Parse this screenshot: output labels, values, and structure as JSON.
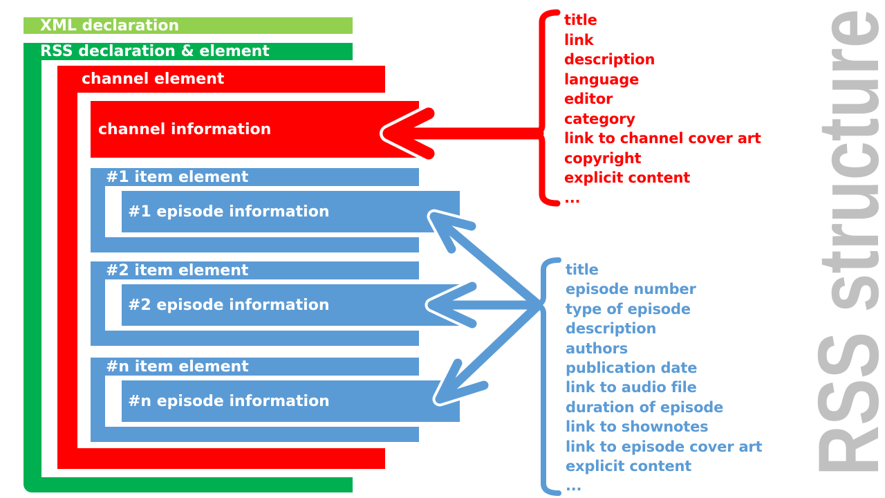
{
  "watermark": "RSS structure",
  "colors": {
    "xml_bar": "#92d050",
    "rss_frame": "#00b050",
    "channel_frame": "#ff0000",
    "item_frame": "#5b9bd5",
    "watermark_gray": "#c0c0c0",
    "label_text": "#ffffff"
  },
  "diagram": {
    "xml_bar_label": "XML declaration",
    "rss_frame_label": "RSS declaration & element",
    "channel_frame_label": "channel element",
    "channel_info_label": "channel information",
    "items": [
      {
        "element_label": "#1 item element",
        "info_label": "#1 episode information"
      },
      {
        "element_label": "#2 item element",
        "info_label": "#2 episode information"
      },
      {
        "element_label": "#n item element",
        "info_label": "#n episode information"
      }
    ]
  },
  "channel_fields": [
    "title",
    "link",
    "description",
    "language",
    "editor",
    "category",
    "link to channel cover art",
    "copyright",
    "explicit content",
    "..."
  ],
  "episode_fields": [
    "title",
    "episode number",
    "type of episode",
    "description",
    "authors",
    "publication date",
    "link to audio file",
    "duration of episode",
    "link to shownotes",
    "link to episode cover art",
    "explicit content",
    "..."
  ]
}
